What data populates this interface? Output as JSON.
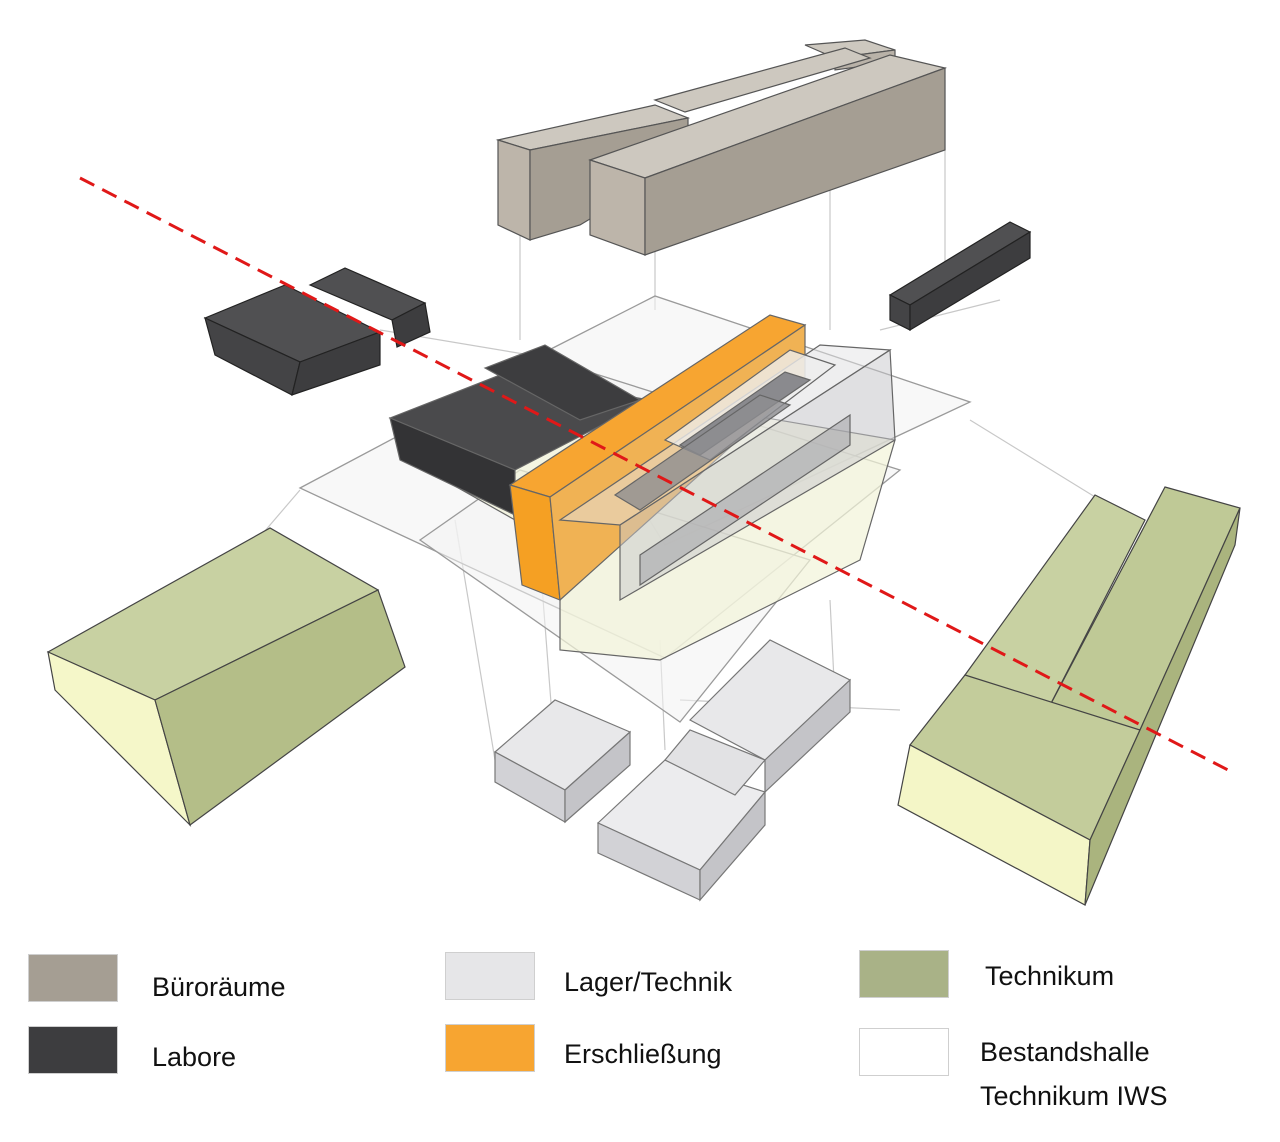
{
  "colors": {
    "buero": "#a59e93",
    "labore": "#3d3d3f",
    "lager": "#e6e6e8",
    "erschliessung": "#f7a531",
    "technikum": "#c2cd98",
    "bestandshalle": "#ffffff",
    "section_line": "#e01818"
  },
  "legend": {
    "buero": "Büroräume",
    "labore": "Labore",
    "lager": "Lager/Technik",
    "erschliessung": "Erschließung",
    "technikum": "Technikum",
    "bestandshalle_line1": "Bestandshalle",
    "bestandshalle_line2": "Technikum IWS"
  }
}
